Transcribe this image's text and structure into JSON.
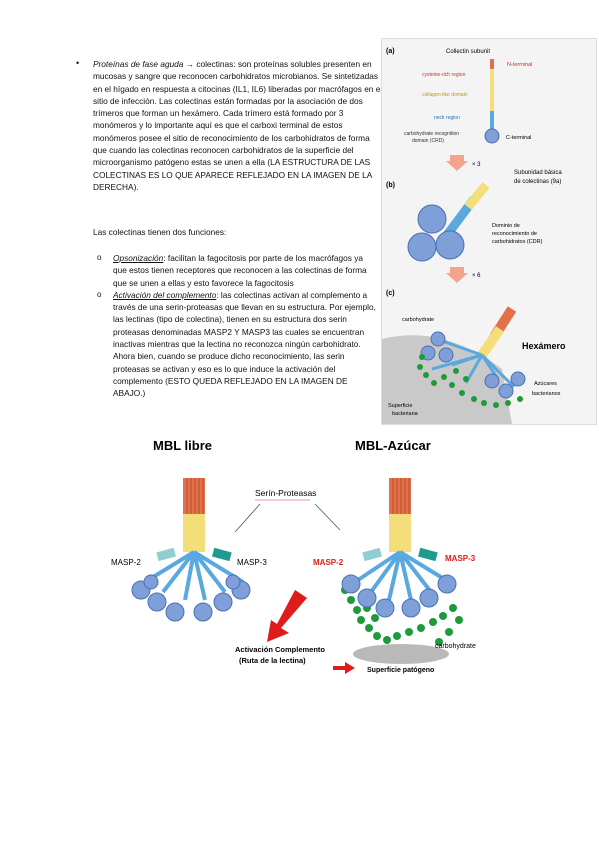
{
  "text": {
    "para1_lead": "Proteínas de fase aguda →",
    "para1_rest": " colectinas: son proteínas solubles presenten en mucosas y sangre que reconocen carbohidratos microbianos. Se sintetizadas en el hígado en respuesta a citocinas (IL1, IL6) liberadas por macrófagos en el sitio de infección. Las colectinas están formadas por la asociación de dos trímeros que forman un hexámero. Cada trímero está formado por 3 monómeros y lo importante aquí es que el carboxi terminal de estos monómeros posee el sitio de reconocimiento de los carbohidratos de forma que cuando las colectinas reconocen carbohidratos de la superficie del microorganismo patógeno estas se unen a ella (LA ESTRUCTURA DE LAS COLECTINAS ES LO QUE APARECE REFLEJADO EN LA IMAGEN DE LA DERECHA).",
    "para2": "Las colectinas tienen dos funciones:",
    "sub1_title": "Opsonización",
    "sub1_rest": ": facilitan la fagocitosis por parte de los macrófagos ya que estos tienen receptores que reconocen a las colectinas de forma que se unen a ellas y esto favorece la fagocitosis",
    "sub2_title": "Activación del complemento",
    "sub2_rest": ": las colectinas activan al complemento a través de una serin-proteasas que llevan en su estructura. Por ejemplo, las lectinas (tipo de colectina), tienen en su estructura dos serin proteasas denominadas MASP2 Y MASP3 las cuales se encuentran inactivas mientras que la lectina no reconozca ningún carbohidrato. Ahora bien, cuando se produce dicho reconocimiento, las serin proteasas se activan y eso es lo que induce la activación del complemento (ESTO QUEDA REFLEJADO EN LA IMAGEN DE ABAJO.)"
  },
  "figure_top": {
    "a": "(a)",
    "b": "(b)",
    "c": "(c)",
    "title": "Collectin subunit",
    "nterm": "N-terminal",
    "cys": "cysteine-rich region",
    "coll": "collagen-like domain",
    "neck": "neck region",
    "crd1": "carbohydrate recognition",
    "crd2": "domain (CRD)",
    "cterm": "C-terminal",
    "x3": "× 3",
    "x6": "× 6",
    "sub1": "Subunidad básica",
    "sub2": "de colectinas (9a)",
    "dom1": "Dominio de",
    "dom2": "reconocimiento de",
    "dom3": "carbohidratos (CDR)",
    "carb": "carbohydrate",
    "hex": "Hexámero",
    "sup1": "Superficie",
    "sup2": "bacteriana",
    "az1": "Azúcares",
    "az2": "bacterianos"
  },
  "figure_bottom": {
    "title_left": "MBL libre",
    "title_right": "MBL-Azúcar",
    "serin": "Serín-Proteasas",
    "masp2_l": "MASP-2",
    "masp3_l": "MASP-3",
    "masp2_r": "MASP-2",
    "masp3_r": "MASP-3",
    "carb": "carbohydrate",
    "act1": "Activación Complemento",
    "act2": "(Ruta de la lectina)",
    "surf": "Superficie patógeno"
  },
  "colors": {
    "orange": "#e3704a",
    "yellow": "#f4de7a",
    "blue": "#5aa8e0",
    "globe": "#7f9fd8",
    "green": "#1f9a3a",
    "red": "#e01b1b",
    "teal": "#1f9a8f",
    "gray": "#b9b9b9"
  }
}
